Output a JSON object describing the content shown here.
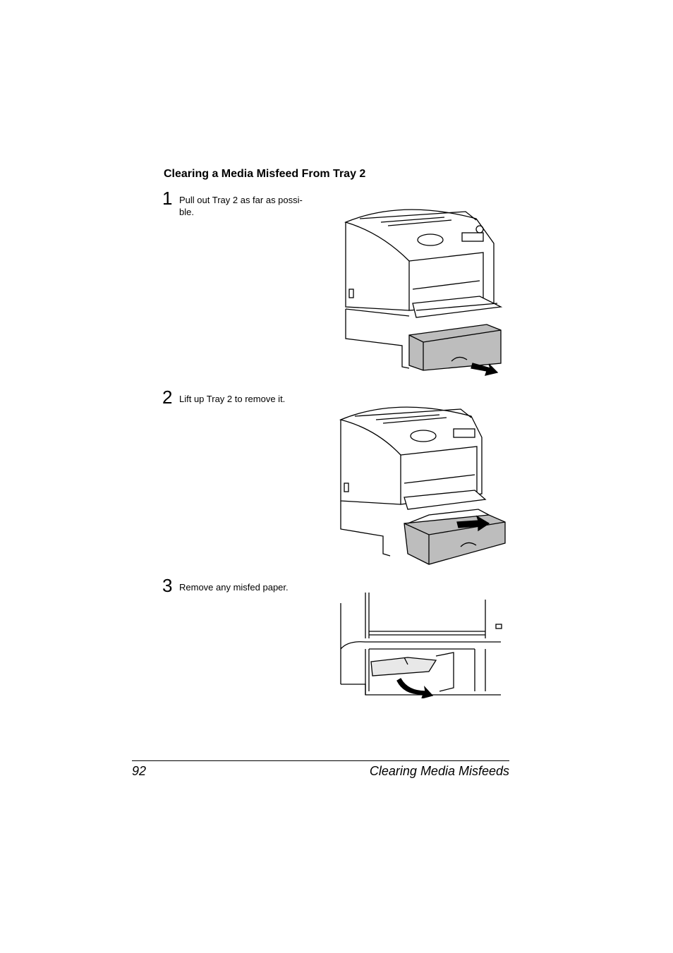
{
  "heading": "Clearing a Media Misfeed From Tray 2",
  "steps": [
    {
      "number": "1",
      "text_line1": "Pull out Tray 2 as far as possi-",
      "text_line2": "ble."
    },
    {
      "number": "2",
      "text_line1": "Lift up Tray 2 to remove it."
    },
    {
      "number": "3",
      "text_line1": "Remove any misfed paper."
    }
  ],
  "footer": {
    "page_number": "92",
    "section_title": "Clearing Media Misfeeds"
  },
  "colors": {
    "tray_gray": "#bdbdbd",
    "line": "#000000"
  }
}
